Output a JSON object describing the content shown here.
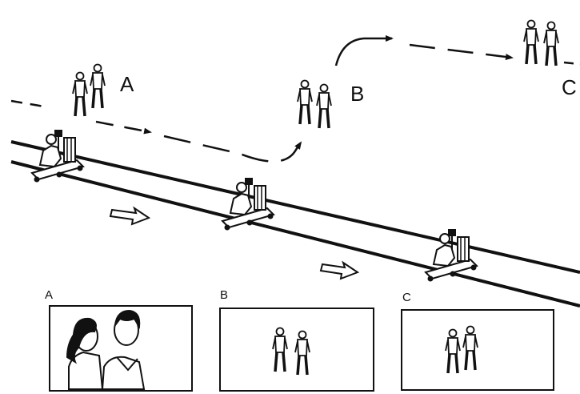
{
  "diagram": {
    "positions": [
      {
        "id": "A",
        "label": "A"
      },
      {
        "id": "B",
        "label": "B"
      },
      {
        "id": "C",
        "label": "C"
      }
    ],
    "frames": [
      {
        "id": "A",
        "label": "A",
        "content": "close-up-couple"
      },
      {
        "id": "B",
        "label": "B",
        "content": "couple-walking-away"
      },
      {
        "id": "C",
        "label": "C",
        "content": "couple-walking-side"
      }
    ],
    "colors": {
      "ink": "#111111",
      "paper": "#ffffff"
    }
  }
}
